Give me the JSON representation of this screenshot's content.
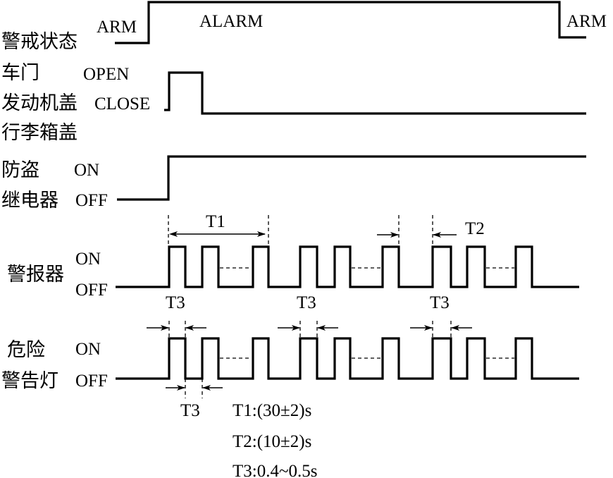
{
  "signals": {
    "alarm_state": {
      "label": "警戒状态",
      "left_state": "ARM",
      "mid_state": "ALARM",
      "right_state": "ARM"
    },
    "doors": {
      "labels": [
        "车门",
        "发动机盖",
        "行李箱盖"
      ],
      "high": "OPEN",
      "low": "CLOSE"
    },
    "relay": {
      "labels": [
        "防盗",
        "继电器"
      ],
      "high": "ON",
      "low": "OFF"
    },
    "siren": {
      "label": "警报器",
      "high": "ON",
      "low": "OFF"
    },
    "hazard": {
      "labels": [
        "危险",
        "警告灯"
      ],
      "high": "ON",
      "low": "OFF"
    }
  },
  "timing_labels": {
    "t1": "T1",
    "t2": "T2",
    "t3": "T3"
  },
  "legend": [
    "T1:(30±2)s",
    "T2:(10±2)s",
    "T3:0.4~0.5s"
  ],
  "pulse_groups": 3,
  "pulses_per_group": 3
}
